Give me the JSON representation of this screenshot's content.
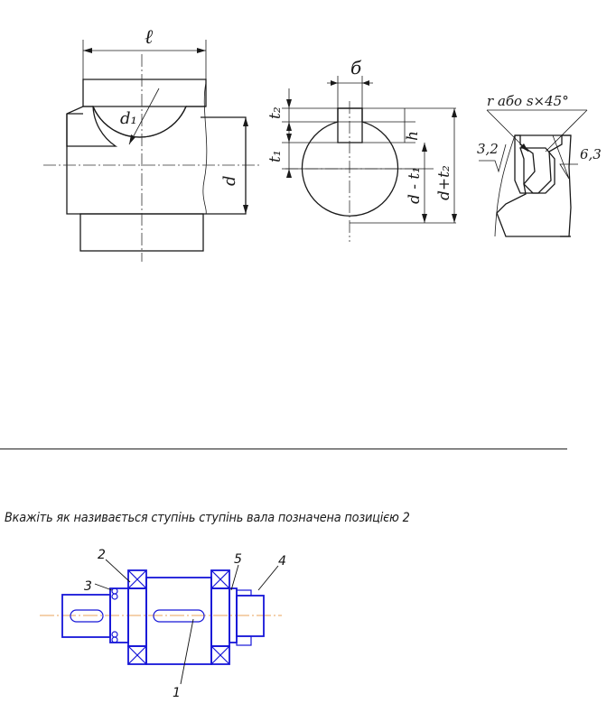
{
  "question_text": "Вкажіть як називається ступінь ступінь вала позначена позицією 2",
  "top_drawing": {
    "labels": {
      "l": "ℓ",
      "d1": "d₁",
      "d": "d",
      "b": "б",
      "t2": "t₂",
      "t1": "t₁",
      "h": "h",
      "d_minus_t1": "d - t₁",
      "d_plus_t2": "d+t₂",
      "chamfer": "r або s×45°",
      "rough_1": "3,2",
      "rough_2": "6,3"
    }
  },
  "bottom_drawing": {
    "positions": [
      "1",
      "2",
      "3",
      "4",
      "5"
    ]
  },
  "colors": {
    "line": "#1616d8",
    "axis": "#e8a35a",
    "ink": "#1a1a1a"
  }
}
